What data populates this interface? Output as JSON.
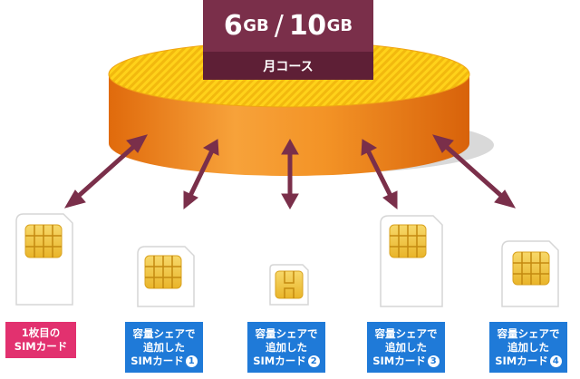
{
  "plan": {
    "data_share": "6",
    "data_share_unit": "GB",
    "separator": "/",
    "data_total": "10",
    "data_total_unit": "GB",
    "course": "月コース"
  },
  "cards": [
    {
      "line1": "1枚目の",
      "line2": "SIMカード",
      "line3": "",
      "badge": "",
      "color": "#e2316f"
    },
    {
      "line1": "容量シェアで",
      "line2": "追加した",
      "line3": "SIMカード",
      "badge": "1",
      "color": "#1f7ad8"
    },
    {
      "line1": "容量シェアで",
      "line2": "追加した",
      "line3": "SIMカード",
      "badge": "2",
      "color": "#1f7ad8"
    },
    {
      "line1": "容量シェアで",
      "line2": "追加した",
      "line3": "SIMカード",
      "badge": "3",
      "color": "#1f7ad8"
    },
    {
      "line1": "容量シェアで",
      "line2": "追加した",
      "line3": "SIMカード",
      "badge": "4",
      "color": "#1f7ad8"
    }
  ],
  "colors": {
    "cylinder_side": "#f28a1c",
    "cylinder_top": "#ffd51c",
    "arrow": "#7a2f4a",
    "chip": "#f2c43a"
  },
  "icons": {
    "sim": "sim-card-icon",
    "arrow": "double-arrow-icon"
  }
}
